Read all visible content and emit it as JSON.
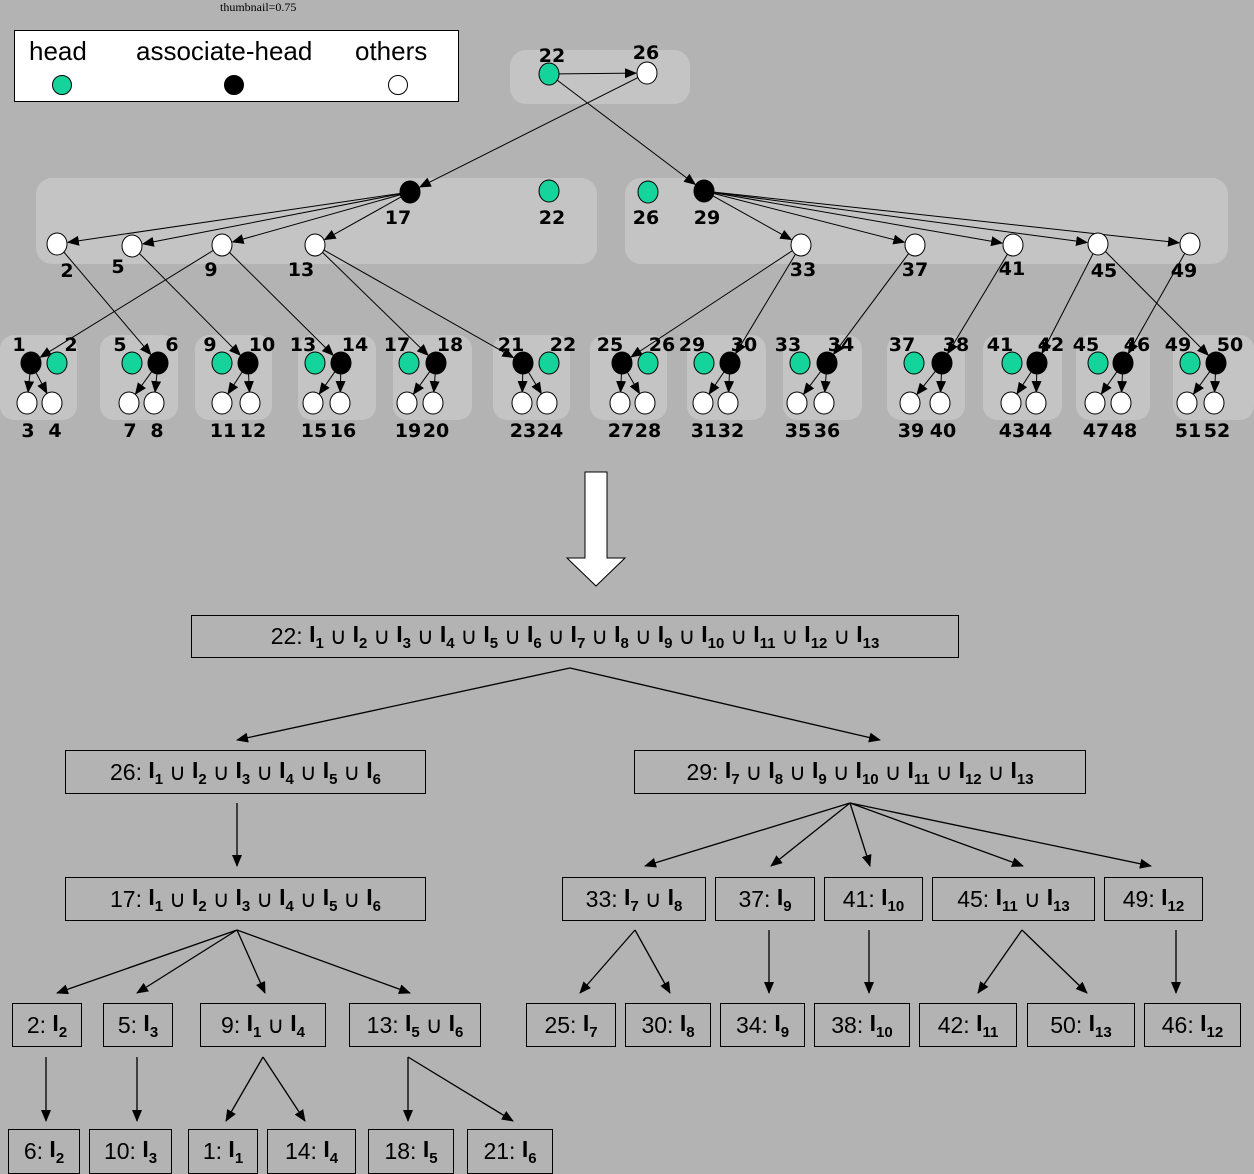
{
  "caption": "thumbnail=0.75",
  "legend": {
    "items": [
      {
        "label": "head",
        "type": "head"
      },
      {
        "label": "associate-head",
        "type": "assoc"
      },
      {
        "label": "others",
        "type": "other"
      }
    ]
  },
  "colors": {
    "head": "#14d49c",
    "assoc": "#000000",
    "other": "#ffffff",
    "background": "#b3b3b3",
    "group": "#c4c4c4"
  },
  "graph": {
    "top_nodes": [
      {
        "id": "top22",
        "label": "22",
        "type": "head"
      },
      {
        "id": "top26",
        "label": "26",
        "type": "other"
      },
      {
        "id": "m17",
        "label": "17",
        "type": "assoc"
      },
      {
        "id": "m22",
        "label": "22",
        "type": "head"
      },
      {
        "id": "m26",
        "label": "26",
        "type": "head"
      },
      {
        "id": "m29",
        "label": "29",
        "type": "assoc"
      },
      {
        "id": "o2",
        "label": "2",
        "type": "other"
      },
      {
        "id": "o5",
        "label": "5",
        "type": "other"
      },
      {
        "id": "o9",
        "label": "9",
        "type": "other"
      },
      {
        "id": "o13",
        "label": "13",
        "type": "other"
      },
      {
        "id": "o33",
        "label": "33",
        "type": "other"
      },
      {
        "id": "o37",
        "label": "37",
        "type": "other"
      },
      {
        "id": "o41",
        "label": "41",
        "type": "other"
      },
      {
        "id": "o45",
        "label": "45",
        "type": "other"
      },
      {
        "id": "o49",
        "label": "49",
        "type": "other"
      }
    ],
    "groups": [
      {
        "left": {
          "label": "1",
          "type": "assoc"
        },
        "right": {
          "label": "2",
          "type": "head"
        },
        "children": [
          "3",
          "4"
        ]
      },
      {
        "left": {
          "label": "5",
          "type": "head"
        },
        "right": {
          "label": "6",
          "type": "assoc"
        },
        "children": [
          "7",
          "8"
        ]
      },
      {
        "left": {
          "label": "9",
          "type": "head"
        },
        "right": {
          "label": "10",
          "type": "assoc"
        },
        "children": [
          "11",
          "12"
        ]
      },
      {
        "left": {
          "label": "13",
          "type": "head"
        },
        "right": {
          "label": "14",
          "type": "assoc"
        },
        "children": [
          "15",
          "16"
        ]
      },
      {
        "left": {
          "label": "17",
          "type": "head"
        },
        "right": {
          "label": "18",
          "type": "assoc"
        },
        "children": [
          "19",
          "20"
        ]
      },
      {
        "left": {
          "label": "21",
          "type": "assoc"
        },
        "right": {
          "label": "22",
          "type": "head"
        },
        "children": [
          "23",
          "24"
        ]
      },
      {
        "left": {
          "label": "25",
          "type": "assoc"
        },
        "right": {
          "label": "26",
          "type": "head"
        },
        "children": [
          "27",
          "28"
        ]
      },
      {
        "left": {
          "label": "29",
          "type": "head"
        },
        "right": {
          "label": "30",
          "type": "assoc"
        },
        "children": [
          "31",
          "32"
        ]
      },
      {
        "left": {
          "label": "33",
          "type": "head"
        },
        "right": {
          "label": "34",
          "type": "assoc"
        },
        "children": [
          "35",
          "36"
        ]
      },
      {
        "left": {
          "label": "37",
          "type": "head"
        },
        "right": {
          "label": "38",
          "type": "assoc"
        },
        "children": [
          "39",
          "40"
        ]
      },
      {
        "left": {
          "label": "41",
          "type": "head"
        },
        "right": {
          "label": "42",
          "type": "assoc"
        },
        "children": [
          "43",
          "44"
        ]
      },
      {
        "left": {
          "label": "45",
          "type": "head"
        },
        "right": {
          "label": "46",
          "type": "assoc"
        },
        "children": [
          "47",
          "48"
        ]
      },
      {
        "left": {
          "label": "49",
          "type": "head"
        },
        "right": {
          "label": "50",
          "type": "assoc"
        },
        "children": [
          "51",
          "52"
        ]
      }
    ],
    "edges": [
      [
        "top22",
        "top26"
      ],
      [
        "top26",
        "m17"
      ],
      [
        "top22",
        "m29"
      ],
      [
        "m17",
        "o2"
      ],
      [
        "m17",
        "o5"
      ],
      [
        "m17",
        "o9"
      ],
      [
        "m17",
        "o13"
      ],
      [
        "m29",
        "o33"
      ],
      [
        "m29",
        "o37"
      ],
      [
        "m29",
        "o41"
      ],
      [
        "m29",
        "o45"
      ],
      [
        "m29",
        "o49"
      ],
      [
        "o9",
        "b1"
      ],
      [
        "o2",
        "b6"
      ],
      [
        "o5",
        "b10"
      ],
      [
        "o9",
        "b14"
      ],
      [
        "o13",
        "b18"
      ],
      [
        "o13",
        "b21"
      ],
      [
        "o33",
        "b25"
      ],
      [
        "o33",
        "b30"
      ],
      [
        "o37",
        "b34"
      ],
      [
        "o41",
        "b38"
      ],
      [
        "o45",
        "b42"
      ],
      [
        "o49",
        "b46"
      ],
      [
        "o45",
        "b50"
      ]
    ]
  },
  "formula": {
    "var": "I",
    "union": "∪",
    "boxes": [
      {
        "node": "22",
        "terms": [
          "1",
          "2",
          "3",
          "4",
          "5",
          "6",
          "7",
          "8",
          "9",
          "10",
          "11",
          "12",
          "13"
        ]
      },
      {
        "node": "26",
        "terms": [
          "1",
          "2",
          "3",
          "4",
          "5",
          "6"
        ]
      },
      {
        "node": "29",
        "terms": [
          "7",
          "8",
          "9",
          "10",
          "11",
          "12",
          "13"
        ]
      },
      {
        "node": "17",
        "terms": [
          "1",
          "2",
          "3",
          "4",
          "5",
          "6"
        ]
      },
      {
        "node": "33",
        "terms": [
          "7",
          "8"
        ]
      },
      {
        "node": "37",
        "terms": [
          "9"
        ]
      },
      {
        "node": "41",
        "terms": [
          "10"
        ]
      },
      {
        "node": "45",
        "terms": [
          "11",
          "13"
        ]
      },
      {
        "node": "49",
        "terms": [
          "12"
        ]
      },
      {
        "node": "2",
        "terms": [
          "2"
        ]
      },
      {
        "node": "5",
        "terms": [
          "3"
        ]
      },
      {
        "node": "9",
        "terms": [
          "1",
          "4"
        ]
      },
      {
        "node": "13",
        "terms": [
          "5",
          "6"
        ]
      },
      {
        "node": "25",
        "terms": [
          "7"
        ]
      },
      {
        "node": "30",
        "terms": [
          "8"
        ]
      },
      {
        "node": "34",
        "terms": [
          "9"
        ]
      },
      {
        "node": "38",
        "terms": [
          "10"
        ]
      },
      {
        "node": "42",
        "terms": [
          "11"
        ]
      },
      {
        "node": "50",
        "terms": [
          "13"
        ]
      },
      {
        "node": "46",
        "terms": [
          "12"
        ]
      },
      {
        "node": "6",
        "terms": [
          "2"
        ]
      },
      {
        "node": "10",
        "terms": [
          "3"
        ]
      },
      {
        "node": "1",
        "terms": [
          "1"
        ]
      },
      {
        "node": "14",
        "terms": [
          "4"
        ]
      },
      {
        "node": "18",
        "terms": [
          "5"
        ]
      },
      {
        "node": "21",
        "terms": [
          "6"
        ]
      }
    ],
    "edges": [
      [
        "22",
        "26"
      ],
      [
        "22",
        "29"
      ],
      [
        "26",
        "17"
      ],
      [
        "17",
        "2"
      ],
      [
        "17",
        "5"
      ],
      [
        "17",
        "9"
      ],
      [
        "17",
        "13"
      ],
      [
        "29",
        "33"
      ],
      [
        "29",
        "37"
      ],
      [
        "29",
        "41"
      ],
      [
        "29",
        "45"
      ],
      [
        "29",
        "49"
      ],
      [
        "33",
        "25"
      ],
      [
        "33",
        "30"
      ],
      [
        "37",
        "34"
      ],
      [
        "41",
        "38"
      ],
      [
        "45",
        "42"
      ],
      [
        "45",
        "50"
      ],
      [
        "49",
        "46"
      ],
      [
        "2",
        "6"
      ],
      [
        "5",
        "10"
      ],
      [
        "9",
        "1"
      ],
      [
        "9",
        "14"
      ],
      [
        "13",
        "18"
      ],
      [
        "13",
        "21"
      ]
    ]
  }
}
